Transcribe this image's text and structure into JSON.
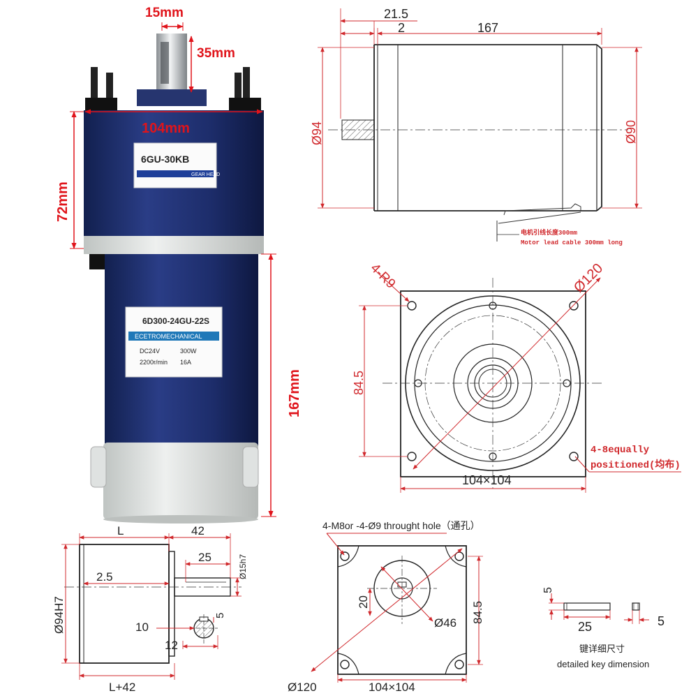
{
  "photo": {
    "dims": {
      "shaft_width": "15mm",
      "shaft_length": "35mm",
      "gearhead_width": "104mm",
      "gearhead_height": "72mm",
      "motor_length": "167mm"
    },
    "gearhead_label": {
      "model": "6GU-30KB",
      "sub": "GEAR HEAD"
    },
    "motor_label": {
      "model": "6D300-24GU-22S",
      "band": "ECETROMECHANICAL",
      "voltage": "DC24V",
      "power": "300W",
      "speed": "2200r/min",
      "current": "16A"
    }
  },
  "side_view": {
    "dim_21_5": "21.5",
    "dim_2": "2",
    "dim_167": "167",
    "dia_94": "Ø94",
    "dia_90": "Ø90",
    "cable_cn": "电机引线长度300mm",
    "cable_en": "Motor lead cable 300mm long"
  },
  "front_view": {
    "r9": "4-R9",
    "dia_120": "Ø120",
    "dim_84_5": "84.5",
    "holes_line1": "4-8equally",
    "holes_line2": "positioned(均布)",
    "square": "104×104"
  },
  "gearhead_side": {
    "L": "L",
    "dim_42": "42",
    "dim_25": "25",
    "shaft_dia": "Ø15h7",
    "dim_2_5": "2.5",
    "bore": "Ø94H7",
    "dim_10": "10",
    "dim_5": "5",
    "dim_12": "12",
    "total": "L+42"
  },
  "gearhead_front": {
    "holes_note": "4-M8or -4-Ø9 throught hole（通孔）",
    "dim_20": "20",
    "dia_46": "Ø46",
    "dim_84_5": "84.5",
    "dia_120": "Ø120",
    "square": "104×104"
  },
  "key_detail": {
    "dim_5_top": "5",
    "dim_25": "25",
    "dim_5_right": "5",
    "title_cn": "键详细尺寸",
    "title_en": "detailed key dimension"
  }
}
